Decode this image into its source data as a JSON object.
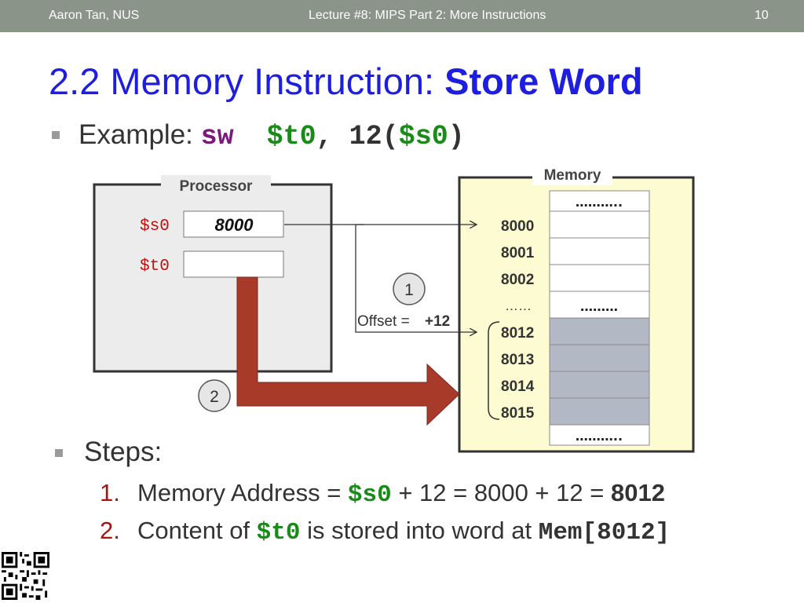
{
  "header": {
    "author": "Aaron Tan, NUS",
    "lecture": "Lecture #8: MIPS Part 2: More Instructions",
    "page": "10"
  },
  "title": {
    "prefix": "2.2 Memory Instruction: ",
    "bold": "Store Word"
  },
  "example": {
    "label": "Example: ",
    "op": "sw",
    "t0": "$t0",
    "sep": ", 12(",
    "s0": "$s0",
    "close": ")"
  },
  "diagram": {
    "processor_label": "Processor",
    "memory_label": "Memory",
    "reg_s0": "$s0",
    "reg_t0": "$t0",
    "s0_value": "8000",
    "addresses": [
      "8000",
      "8001",
      "8002",
      "……",
      "8012",
      "8013",
      "8014",
      "8015"
    ],
    "mem_top": "………..",
    "mem_mid": "………",
    "mem_bottom": "………..",
    "step1": "1",
    "step2": "2",
    "offset_label": "Offset = ",
    "offset_value": "+12",
    "colors": {
      "arrow": "#a83a2a",
      "memory_bg": "#fdfbd2",
      "processor_bg": "#ececec",
      "highlight": "#b2b8c4"
    }
  },
  "steps": {
    "heading": "Steps:",
    "s1_num": "1.",
    "s1_a": "Memory Address = ",
    "s1_reg": "$s0",
    "s1_b": " + 12 = 8000 + 12 = ",
    "s1_c": "8012",
    "s2_num": "2.",
    "s2_a": "Content of ",
    "s2_reg": "$t0",
    "s2_b": " is stored into word at ",
    "s2_c": "Mem[8012]"
  }
}
